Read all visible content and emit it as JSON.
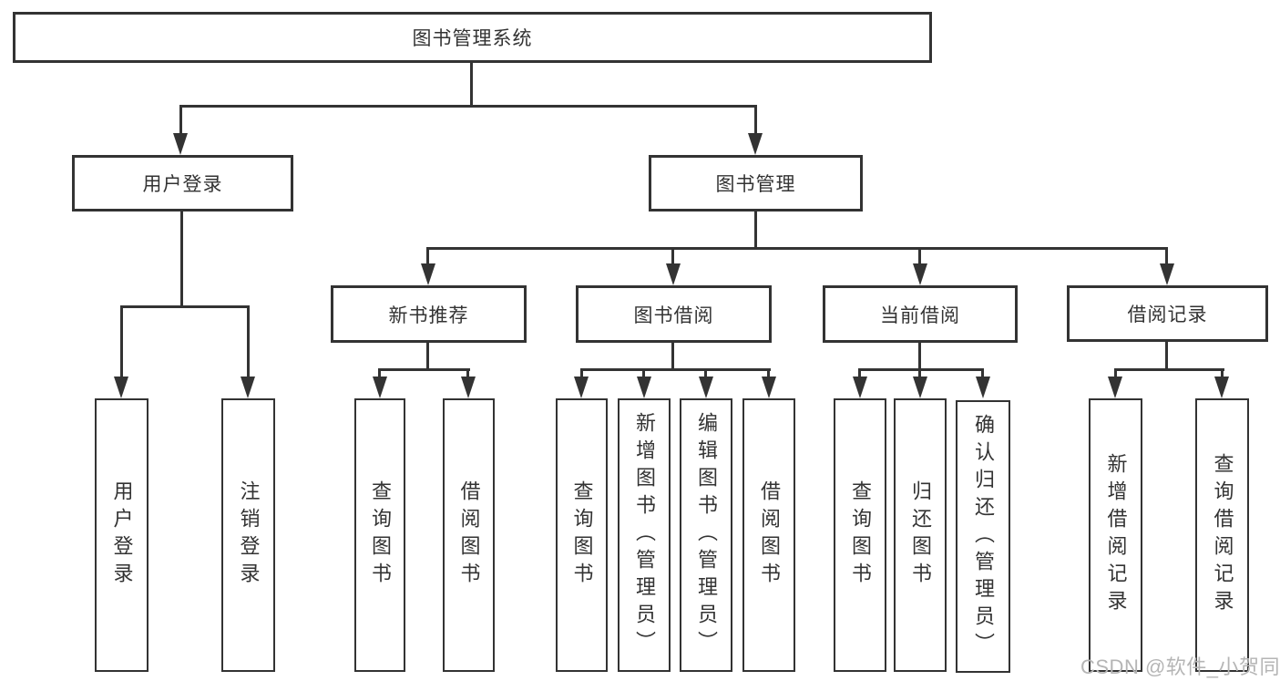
{
  "diagram": {
    "root": {
      "label": "图书管理系统"
    },
    "level1": {
      "user_login": {
        "label": "用户登录"
      },
      "book_management": {
        "label": "图书管理"
      }
    },
    "level2": {
      "new_book_recommend": {
        "label": "新书推荐"
      },
      "book_borrow": {
        "label": "图书借阅"
      },
      "current_borrow": {
        "label": "当前借阅"
      },
      "borrow_record": {
        "label": "借阅记录"
      }
    },
    "leaves": {
      "user_login_leaf": {
        "label": "用户登录"
      },
      "logout_leaf": {
        "label": "注销登录"
      },
      "nb_query_books": {
        "label": "查询图书"
      },
      "nb_borrow_books": {
        "label": "借阅图书"
      },
      "bb_query_books": {
        "label": "查询图书"
      },
      "bb_add_books_admin": {
        "label": "新增图书（管理员）"
      },
      "bb_edit_books_admin": {
        "label": "编辑图书（管理员）"
      },
      "bb_borrow_books": {
        "label": "借阅图书"
      },
      "cb_query_books": {
        "label": "查询图书"
      },
      "cb_return_books": {
        "label": "归还图书"
      },
      "cb_confirm_return_admin": {
        "label": "确认归还（管理员）"
      },
      "br_add_record": {
        "label": "新增借阅记录"
      },
      "br_query_record": {
        "label": "查询借阅记录"
      }
    },
    "watermark": "CSDN @软件_小贺同学"
  }
}
